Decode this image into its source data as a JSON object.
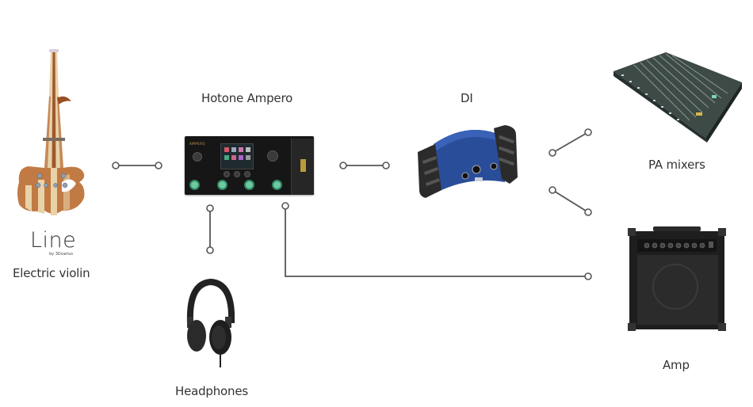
{
  "diagram": {
    "type": "signal-flow",
    "nodes": [
      {
        "id": "violin",
        "label": "Electric violin",
        "logo": {
          "brand": "Line",
          "subtitle": "by 3Dvarius"
        }
      },
      {
        "id": "ampero",
        "label": "Hotone Ampero",
        "brand_text": "AMPERO"
      },
      {
        "id": "di",
        "label": "DI"
      },
      {
        "id": "pa",
        "label": "PA mixers"
      },
      {
        "id": "amp",
        "label": "Amp"
      },
      {
        "id": "headphones",
        "label": "Headphones"
      }
    ],
    "connections": [
      {
        "from": "violin",
        "to": "ampero"
      },
      {
        "from": "ampero",
        "to": "di"
      },
      {
        "from": "ampero",
        "to": "headphones"
      },
      {
        "from": "ampero",
        "to": "amp"
      },
      {
        "from": "di",
        "to": "pa"
      },
      {
        "from": "di",
        "to": "amp"
      }
    ],
    "colors": {
      "wire": "#555555",
      "node_fill": "#ffffff",
      "label_text": "#333333",
      "ampero_footswitch": "#6fc8a0",
      "di_body": "#2a4d9a",
      "violin_wood_dark": "#a0582e",
      "violin_wood_light": "#e8d2a8"
    }
  }
}
